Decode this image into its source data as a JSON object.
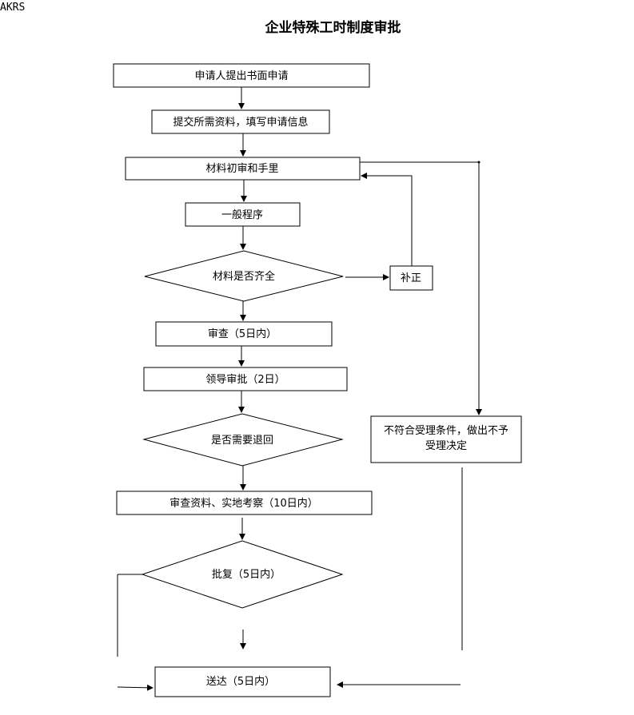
{
  "corner_code": "AKRS",
  "title": "企业特殊工时制度审批",
  "steps": {
    "apply": "申请人提出书面申请",
    "submit": "提交所需资料，填写申请信息",
    "initial_review": "材料初审和手里",
    "general": "一般程序",
    "complete_check": "材料是否齐全",
    "supplement": "补正",
    "review": "审查（5日内）",
    "leader": "领导审批（2日）",
    "return_check": "是否需要退回",
    "inspect": "审查资料、实地考察（10日内）",
    "reply": "批复（5日内）",
    "deliver": "送达（5日内）",
    "reject_line1": "不符合受理条件，做出不予",
    "reject_line2": "受理决定"
  }
}
